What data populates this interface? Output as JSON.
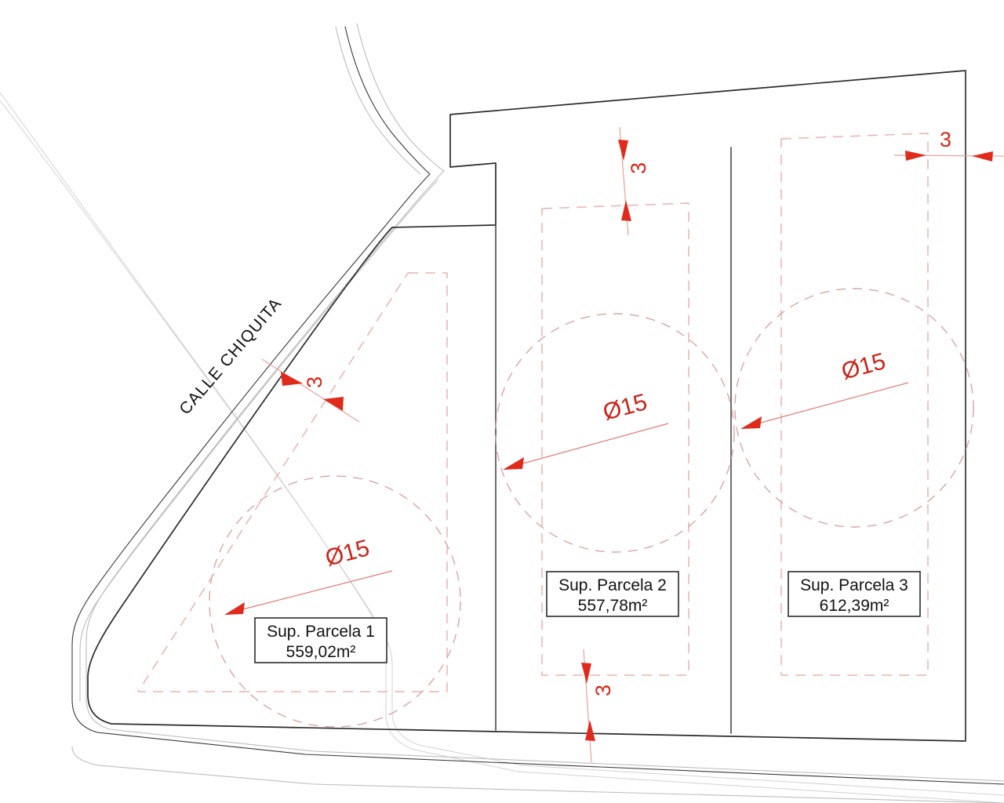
{
  "drawing": {
    "kind": "cadastral-subdivision-plan",
    "street_label": "CALLE CHIQUITA",
    "accent_color": "#d62718",
    "boundary_color": "#2b2b2b",
    "setback_color": "#eab3ae",
    "background_color": "#ffffff"
  },
  "parcels": [
    {
      "id": "parcela-1",
      "label_line1": "Sup. Parcela 1",
      "label_line2": "559,02m²",
      "area_value": "559,02",
      "area_unit": "m²",
      "circle_label": "Ø15",
      "circle_diameter": "15"
    },
    {
      "id": "parcela-2",
      "label_line1": "Sup. Parcela 2",
      "label_line2": "557,78m²",
      "area_value": "557,78",
      "area_unit": "m²",
      "circle_label": "Ø15",
      "circle_diameter": "15"
    },
    {
      "id": "parcela-3",
      "label_line1": "Sup. Parcela 3",
      "label_line2": "612,39m²",
      "area_value": "612,39",
      "area_unit": "m²",
      "circle_label": "Ø15",
      "circle_diameter": "15"
    }
  ],
  "setback_dimensions": [
    {
      "id": "setback-parcel1-street",
      "value": "3",
      "orientation": "diagonal"
    },
    {
      "id": "setback-parcel2-top",
      "value": "3",
      "orientation": "vertical"
    },
    {
      "id": "setback-parcel2-bottom",
      "value": "3",
      "orientation": "vertical"
    },
    {
      "id": "setback-parcel3-right",
      "value": "3",
      "orientation": "horizontal"
    }
  ]
}
